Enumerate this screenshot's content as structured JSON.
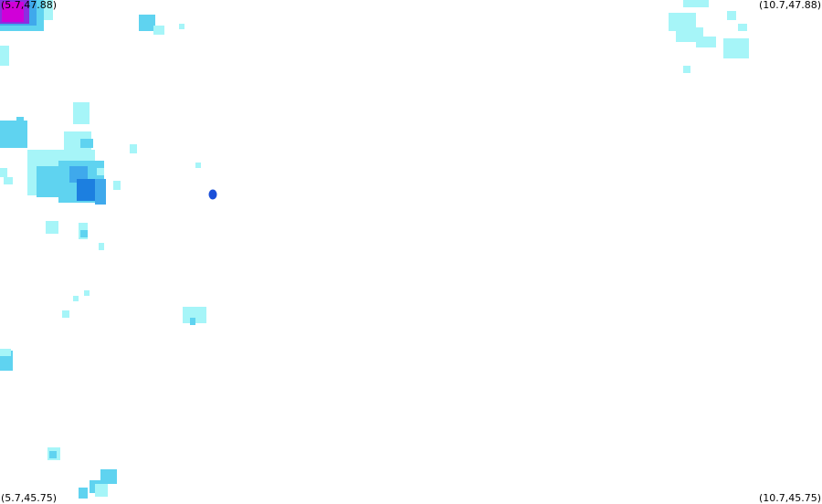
{
  "map": {
    "corner_labels": {
      "top_left": "(5.7,47.88)",
      "top_right": "(10.7,47.88)",
      "bottom_left": "(5.7,45.75)",
      "bottom_right": "(10.7,45.75)"
    },
    "palette": {
      "background": "#ffffff",
      "light_cyan": "#a6f5f8",
      "cyan": "#5fd3f0",
      "light_blue": "#3fa9ec",
      "blue": "#1c7fe0",
      "dark_blue": "#1a4fd8",
      "purple": "#8b2fe0",
      "magenta": "#d000d8"
    }
  }
}
